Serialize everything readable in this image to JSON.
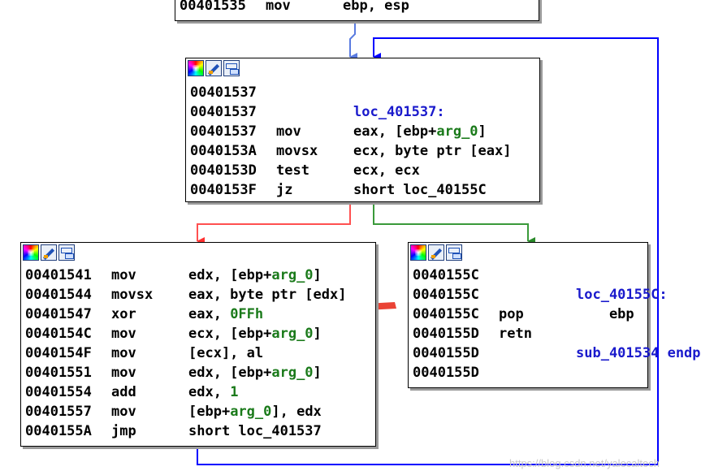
{
  "colors": {
    "edge_taken": "#ff5050",
    "edge_fallthrough": "#3a9a3a",
    "edge_normal": "#5a7be0",
    "edge_loop": "#0000ff",
    "annotation_arrow": "#ea4335"
  },
  "header_icons": [
    "color-picker-icon",
    "edit-pencil-icon",
    "graph-overview-icon"
  ],
  "blocks": {
    "top": {
      "lines": [
        {
          "addr": "00401535",
          "mn": "mov",
          "ops": [
            {
              "t": "ebp, esp"
            }
          ]
        }
      ]
    },
    "loop": {
      "lines": [
        {
          "addr": "00401537",
          "mn": "",
          "ops": []
        },
        {
          "addr": "00401537",
          "mn": "",
          "ops": [
            {
              "t": "loc_401537:",
              "c": "lbl"
            }
          ]
        },
        {
          "addr": "00401537",
          "mn": "mov",
          "ops": [
            {
              "t": "eax, [ebp+"
            },
            {
              "t": "arg_0",
              "c": "arg"
            },
            {
              "t": "]"
            }
          ]
        },
        {
          "addr": "0040153A",
          "mn": "movsx",
          "ops": [
            {
              "t": "ecx, byte ptr [eax]"
            }
          ]
        },
        {
          "addr": "0040153D",
          "mn": "test",
          "ops": [
            {
              "t": "ecx, ecx"
            }
          ]
        },
        {
          "addr": "0040153F",
          "mn": "jz",
          "ops": [
            {
              "t": "short loc_40155C"
            }
          ]
        }
      ]
    },
    "body": {
      "lines": [
        {
          "addr": "00401541",
          "mn": "mov",
          "ops": [
            {
              "t": "edx, [ebp+"
            },
            {
              "t": "arg_0",
              "c": "arg"
            },
            {
              "t": "]"
            }
          ]
        },
        {
          "addr": "00401544",
          "mn": "movsx",
          "ops": [
            {
              "t": "eax, byte ptr [edx]"
            }
          ]
        },
        {
          "addr": "00401547",
          "mn": "xor",
          "ops": [
            {
              "t": "eax, "
            },
            {
              "t": "0FFh",
              "c": "num"
            }
          ]
        },
        {
          "addr": "0040154C",
          "mn": "mov",
          "ops": [
            {
              "t": "ecx, [ebp+"
            },
            {
              "t": "arg_0",
              "c": "arg"
            },
            {
              "t": "]"
            }
          ]
        },
        {
          "addr": "0040154F",
          "mn": "mov",
          "ops": [
            {
              "t": "[ecx], al"
            }
          ]
        },
        {
          "addr": "00401551",
          "mn": "mov",
          "ops": [
            {
              "t": "edx, [ebp+"
            },
            {
              "t": "arg_0",
              "c": "arg"
            },
            {
              "t": "]"
            }
          ]
        },
        {
          "addr": "00401554",
          "mn": "add",
          "ops": [
            {
              "t": "edx, "
            },
            {
              "t": "1",
              "c": "num"
            }
          ]
        },
        {
          "addr": "00401557",
          "mn": "mov",
          "ops": [
            {
              "t": "[ebp+"
            },
            {
              "t": "arg_0",
              "c": "arg"
            },
            {
              "t": "], edx"
            }
          ]
        },
        {
          "addr": "0040155A",
          "mn": "jmp",
          "ops": [
            {
              "t": "short loc_401537"
            }
          ]
        }
      ]
    },
    "exit": {
      "lines": [
        {
          "addr": "0040155C",
          "mn": "",
          "ops": []
        },
        {
          "addr": "0040155C",
          "mn": "",
          "ops": [
            {
              "t": "loc_40155C:",
              "c": "lbl"
            }
          ]
        },
        {
          "addr": "0040155C",
          "mn": "pop",
          "ops": [
            {
              "t": "    ebp"
            }
          ]
        },
        {
          "addr": "0040155D",
          "mn": "retn",
          "ops": []
        },
        {
          "addr": "0040155D",
          "mn": "",
          "ops": [
            {
              "t": "sub_401534 endp",
              "c": "kw"
            }
          ]
        },
        {
          "addr": "0040155D",
          "mn": "",
          "ops": []
        }
      ]
    }
  },
  "watermark": "https://blog.csdn.net/yalecaltech"
}
